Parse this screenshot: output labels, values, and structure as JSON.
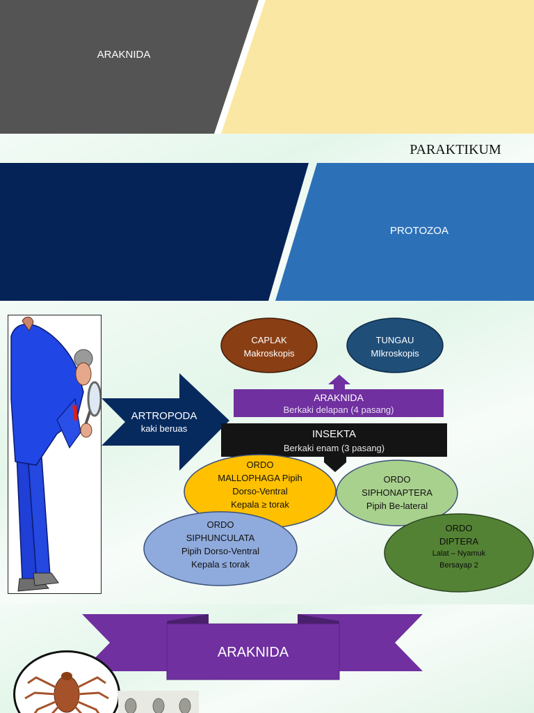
{
  "slide1": {
    "title": "ARAKNIDA",
    "colors": {
      "dark": "#545454",
      "light": "#fbe7a4"
    }
  },
  "slide2": {
    "title": "PARAKTIKUM",
    "label": "PROTOZOA",
    "colors": {
      "navy": "#062357",
      "blue": "#2c71b8"
    }
  },
  "slide3": {
    "artropoda": {
      "title": "ARTROPODA",
      "subtitle": "kaki beruas"
    },
    "caplak": {
      "title": "CAPLAK",
      "subtitle": "Makroskopis"
    },
    "tungau": {
      "title": "TUNGAU",
      "subtitle": "MIkroskopis"
    },
    "araknida": {
      "title": "ARAKNIDA",
      "subtitle": "Berkaki delapan (4 pasang)"
    },
    "insekta": {
      "title": "INSEKTA",
      "subtitle": "Berkaki enam (3 pasang)"
    },
    "mallophaga": {
      "l1": "ORDO",
      "l2": "MALLOPHAGA Pipih",
      "l3": "Dorso-Ventral",
      "l4": "Kepala ≥ torak"
    },
    "siphonaptera": {
      "l1": "ORDO",
      "l2": "SIPHONAPTERA",
      "l3": "Pipih Be-lateral"
    },
    "siphunculata": {
      "l1": "ORDO",
      "l2": "SIPHUNCULATA",
      "l3": "Pipih Dorso-Ventral",
      "l4": "Kepala ≤ torak"
    },
    "diptera": {
      "l1": "ORDO",
      "l2": "DIPTERA",
      "l3": "Lalat – Nyamuk",
      "l4": "Bersayap 2"
    },
    "icons": [
      "detective-icon"
    ],
    "colors": {
      "caplak": "#8a3e14",
      "tungau": "#1f4e79",
      "araknida": "#7030a0",
      "insekta": "#141414",
      "mallophaga": "#ffc000",
      "siphonaptera": "#a9d18e",
      "siphunculata": "#8faadc",
      "diptera": "#548235",
      "artropoda": "#072a5e"
    }
  },
  "slide4": {
    "banner": "ARAKNIDA",
    "colors": {
      "banner": "#7030a0"
    }
  }
}
